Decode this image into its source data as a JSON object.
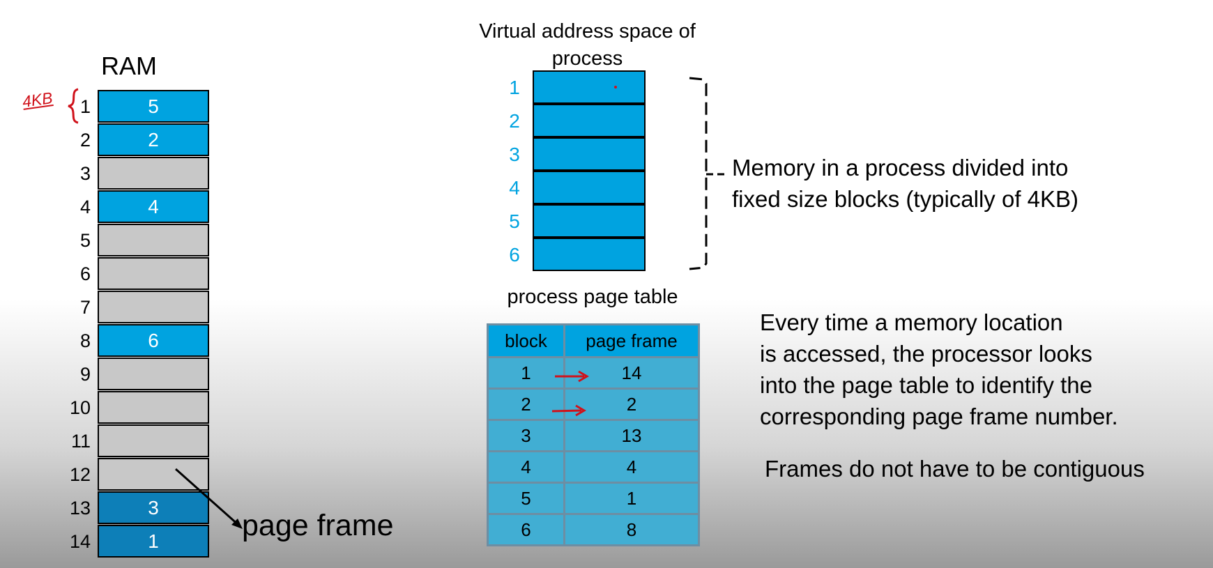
{
  "ram": {
    "title": "RAM",
    "annotation": "4KB",
    "frames": [
      {
        "number": "1",
        "content": "5",
        "state": "used"
      },
      {
        "number": "2",
        "content": "2",
        "state": "used"
      },
      {
        "number": "3",
        "content": "",
        "state": "free"
      },
      {
        "number": "4",
        "content": "4",
        "state": "used"
      },
      {
        "number": "5",
        "content": "",
        "state": "free"
      },
      {
        "number": "6",
        "content": "",
        "state": "free"
      },
      {
        "number": "7",
        "content": "",
        "state": "free"
      },
      {
        "number": "8",
        "content": "6",
        "state": "used"
      },
      {
        "number": "9",
        "content": "",
        "state": "free"
      },
      {
        "number": "10",
        "content": "",
        "state": "free"
      },
      {
        "number": "11",
        "content": "",
        "state": "free"
      },
      {
        "number": "12",
        "content": "",
        "state": "free"
      },
      {
        "number": "13",
        "content": "3",
        "state": "used"
      },
      {
        "number": "14",
        "content": "1",
        "state": "used"
      }
    ]
  },
  "page_frame_label": "page frame",
  "virtual_space": {
    "title": "Virtual address space of process",
    "blocks": [
      "1",
      "2",
      "3",
      "4",
      "5",
      "6"
    ]
  },
  "page_table": {
    "title": "process page table",
    "headers": [
      "block",
      "page frame"
    ],
    "rows": [
      [
        "1",
        "14"
      ],
      [
        "2",
        "2"
      ],
      [
        "3",
        "13"
      ],
      [
        "4",
        "4"
      ],
      [
        "5",
        "1"
      ],
      [
        "6",
        "8"
      ]
    ]
  },
  "notes": {
    "memory": [
      "Memory in a process divided into",
      "fixed size blocks (typically of 4KB)"
    ],
    "access": [
      "Every time a memory location",
      "is accessed, the processor looks",
      "into the page table to identify the",
      "corresponding page frame number."
    ],
    "contiguous": "Frames do not have to be contiguous"
  },
  "colors": {
    "used": "#00a3e0",
    "free": "#c8c8c8",
    "annotation": "#d0121b"
  }
}
